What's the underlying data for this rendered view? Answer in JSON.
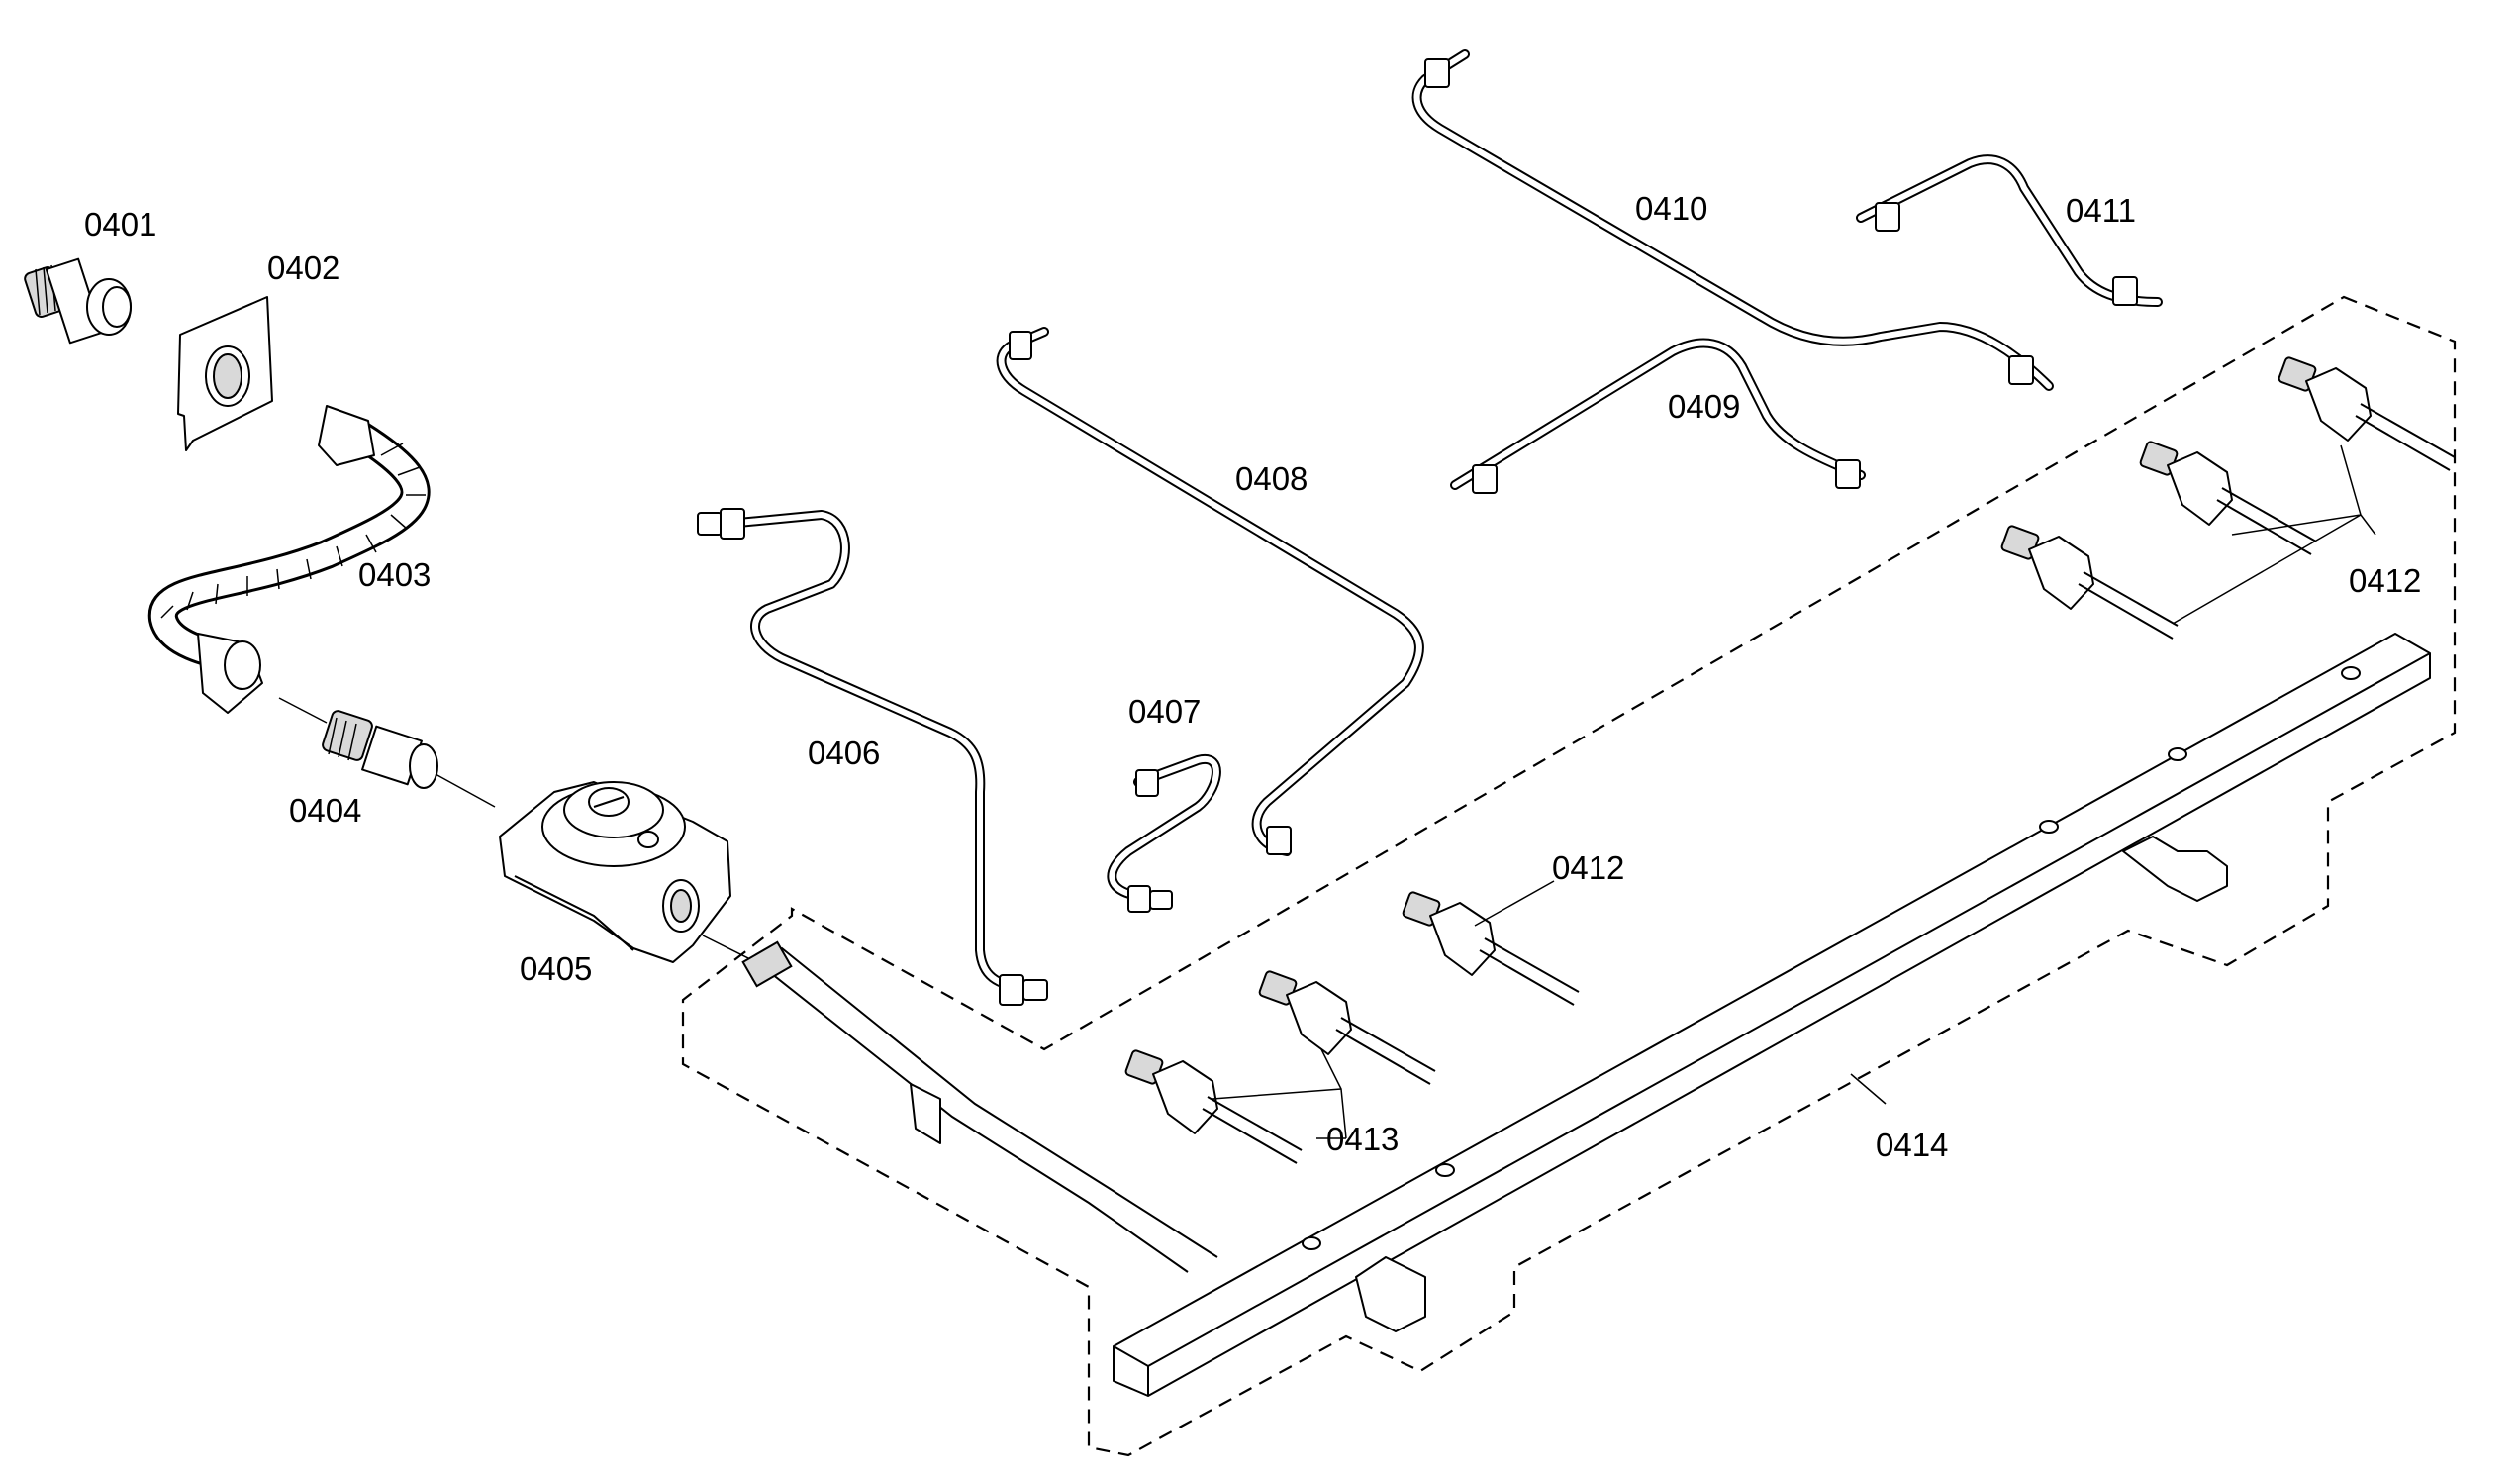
{
  "diagram": {
    "labels": {
      "p0401": "0401",
      "p0402": "0402",
      "p0403": "0403",
      "p0404": "0404",
      "p0405": "0405",
      "p0406": "0406",
      "p0407": "0407",
      "p0408": "0408",
      "p0409": "0409",
      "p0410": "0410",
      "p0411": "0411",
      "p0412_right": "0412",
      "p0412_mid": "0412",
      "p0413": "0413",
      "p0414": "0414"
    },
    "colors": {
      "line": "#000000",
      "background": "#ffffff",
      "fill_light": "#d9d9d9"
    }
  }
}
